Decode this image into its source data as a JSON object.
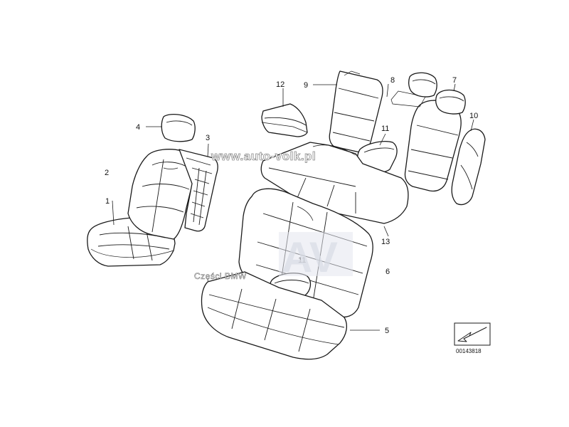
{
  "callouts": [
    {
      "id": "1",
      "label": "1"
    },
    {
      "id": "2",
      "label": "2"
    },
    {
      "id": "3",
      "label": "3"
    },
    {
      "id": "4",
      "label": "4"
    },
    {
      "id": "5",
      "label": "5"
    },
    {
      "id": "6",
      "label": "6"
    },
    {
      "id": "7",
      "label": "7"
    },
    {
      "id": "8",
      "label": "8"
    },
    {
      "id": "9",
      "label": "9"
    },
    {
      "id": "10",
      "label": "10"
    },
    {
      "id": "11a",
      "label": "11"
    },
    {
      "id": "11b",
      "label": "11"
    },
    {
      "id": "12",
      "label": "12"
    },
    {
      "id": "13",
      "label": "13"
    }
  ],
  "diagram_code": "00143818",
  "watermark": {
    "url": "www.auto-volk.pl",
    "subtitle": "Części BMW",
    "logo": "AV"
  }
}
